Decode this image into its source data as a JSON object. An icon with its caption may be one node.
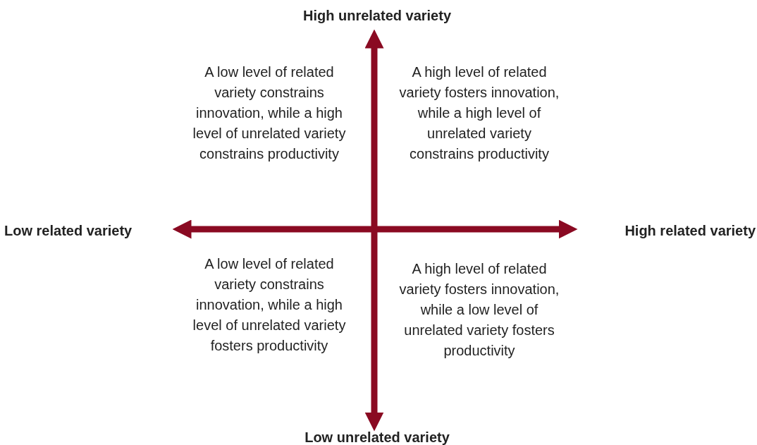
{
  "diagram": {
    "labels": [
      "High unrelated variety",
      "A low level of related variety constrains innovation, while a high level of unrelated variety constrains productivity",
      "A high level of related variety fosters innovation, while a high level of unrelated variety constrains productivity",
      "Low related variety",
      "High related variety",
      "A low level of related variety constrains innovation, while a high level of unrelated variety fosters productivity",
      "A high level of related variety fosters innovation, while a low level of unrelated variety fosters productivity",
      "Low unrelated variety"
    ]
  }
}
